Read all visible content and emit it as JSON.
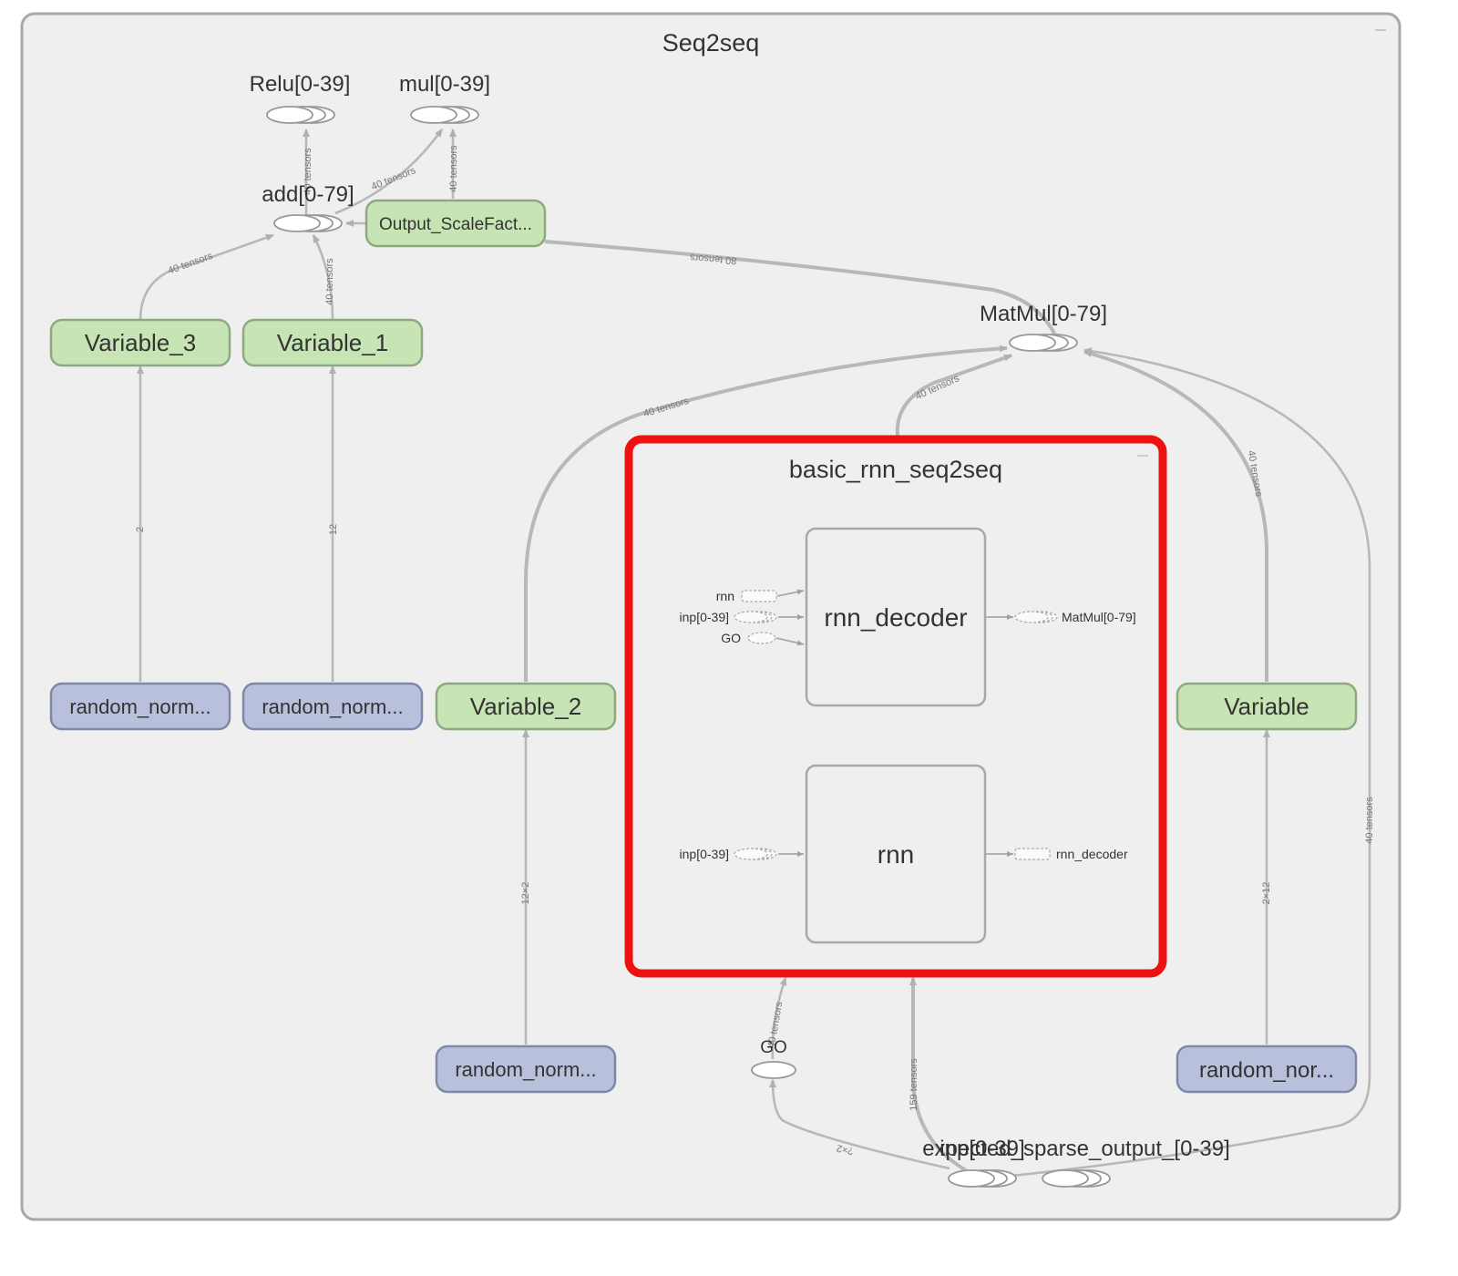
{
  "graph": {
    "title": "Seq2seq",
    "subgraph_title": "basic_rnn_seq2seq",
    "ops": {
      "relu": "Relu[0-39]",
      "mul": "mul[0-39]",
      "add": "add[0-79]",
      "matmul": "MatMul[0-79]",
      "go": "GO",
      "expected": "expected_sparse_output_[0-39]",
      "inp": "inp[0-39]"
    },
    "nodes": {
      "output_scale": "Output_ScaleFact...",
      "variable_3": "Variable_3",
      "variable_1": "Variable_1",
      "variable_2": "Variable_2",
      "variable": "Variable",
      "random_norm_a": "random_norm...",
      "random_norm_b": "random_norm...",
      "random_norm_c": "random_norm...",
      "random_norm_d": "random_nor..."
    },
    "inner": {
      "rnn_decoder": "rnn_decoder",
      "rnn": "rnn",
      "in_rnn": "rnn",
      "in_inp": "inp[0-39]",
      "in_go": "GO",
      "out_matmul": "MatMul[0-79]",
      "rnn_in_inp": "inp[0-39]",
      "rnn_out_decoder": "rnn_decoder"
    },
    "edge_labels": {
      "relu_in": "40 tensors",
      "mul_in_left": "40 tensors",
      "mul_in_right": "40 tensors",
      "add_from_var3": "40 tensors",
      "add_from_var1": "40 tensors",
      "matmul_to_output": "80 tensors",
      "var3_from_rn": "2",
      "var1_from_rn": "12",
      "matmul_from_var2": "40 tensors",
      "matmul_from_box": "40 tensors",
      "matmul_from_variable": "40 tensors",
      "matmul_from_right": "40 tensors",
      "var2_from_rn": "12×2",
      "variable_from_rn": "2×12",
      "box_from_go": "40 tensors",
      "box_from_inputs": "159 tensors",
      "go_from_inputs": "?×2"
    }
  }
}
